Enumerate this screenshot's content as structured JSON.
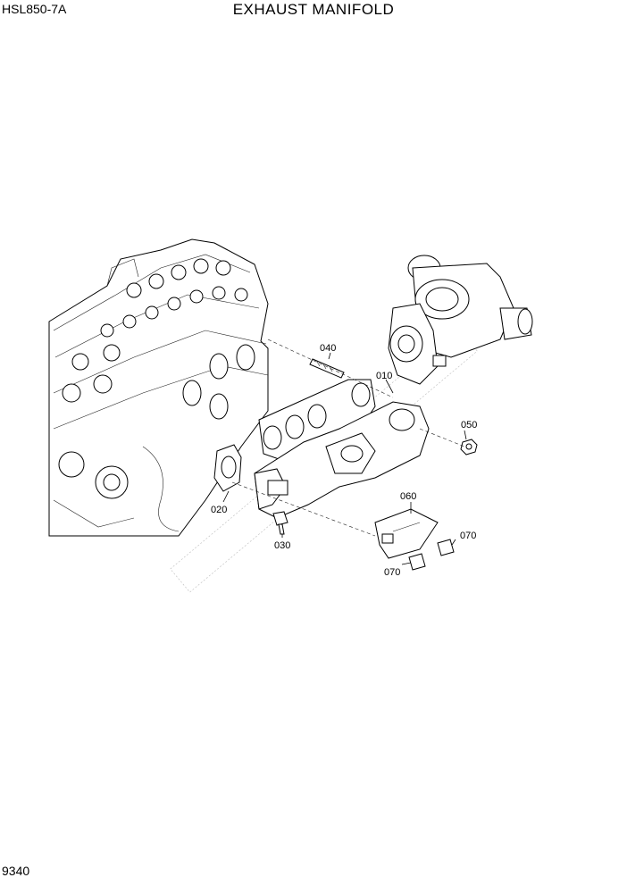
{
  "header": {
    "model": "HSL850-7A",
    "title": "EXHAUST MANIFOLD"
  },
  "footer": {
    "page_number": "9340"
  },
  "callouts": {
    "c010": "010",
    "c020": "020",
    "c030": "030",
    "c040": "040",
    "c050": "050",
    "c060": "060",
    "c070a": "070",
    "c070b": "070"
  }
}
